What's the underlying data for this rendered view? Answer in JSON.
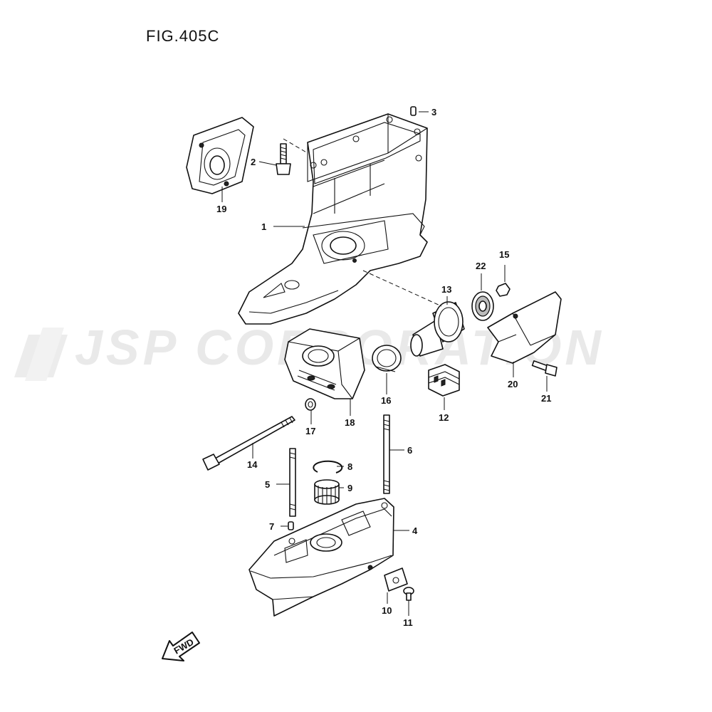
{
  "figure_title": "FIG.405C",
  "watermark_text": "JSP CORPORATION",
  "fwd_label": "FWD",
  "part_labels": [
    "1",
    "2",
    "3",
    "4",
    "5",
    "6",
    "7",
    "8",
    "9",
    "10",
    "11",
    "12",
    "13",
    "14",
    "15",
    "16",
    "17",
    "18",
    "19",
    "20",
    "21",
    "22"
  ]
}
